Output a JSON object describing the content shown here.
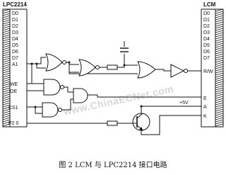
{
  "left_chip": {
    "title": "LPC2214",
    "data_pins": [
      "D0",
      "D1",
      "D2",
      "D3",
      "D4",
      "D5",
      "D6",
      "D7"
    ],
    "control_pins": [
      "A1",
      "WE",
      "OE",
      "CS1",
      "P2 0"
    ]
  },
  "right_chip": {
    "title": "LCM",
    "data_pins": [
      "D0",
      "D1",
      "D2",
      "D3",
      "D4",
      "D5",
      "D6",
      "D7"
    ],
    "control_pins": [
      "R/W",
      "E",
      "A",
      "K"
    ]
  },
  "supply_label": "+5V",
  "watermark": "www.ChinaECNet.com",
  "caption": "图 2   LCM 与 LPC2214 接口电路"
}
